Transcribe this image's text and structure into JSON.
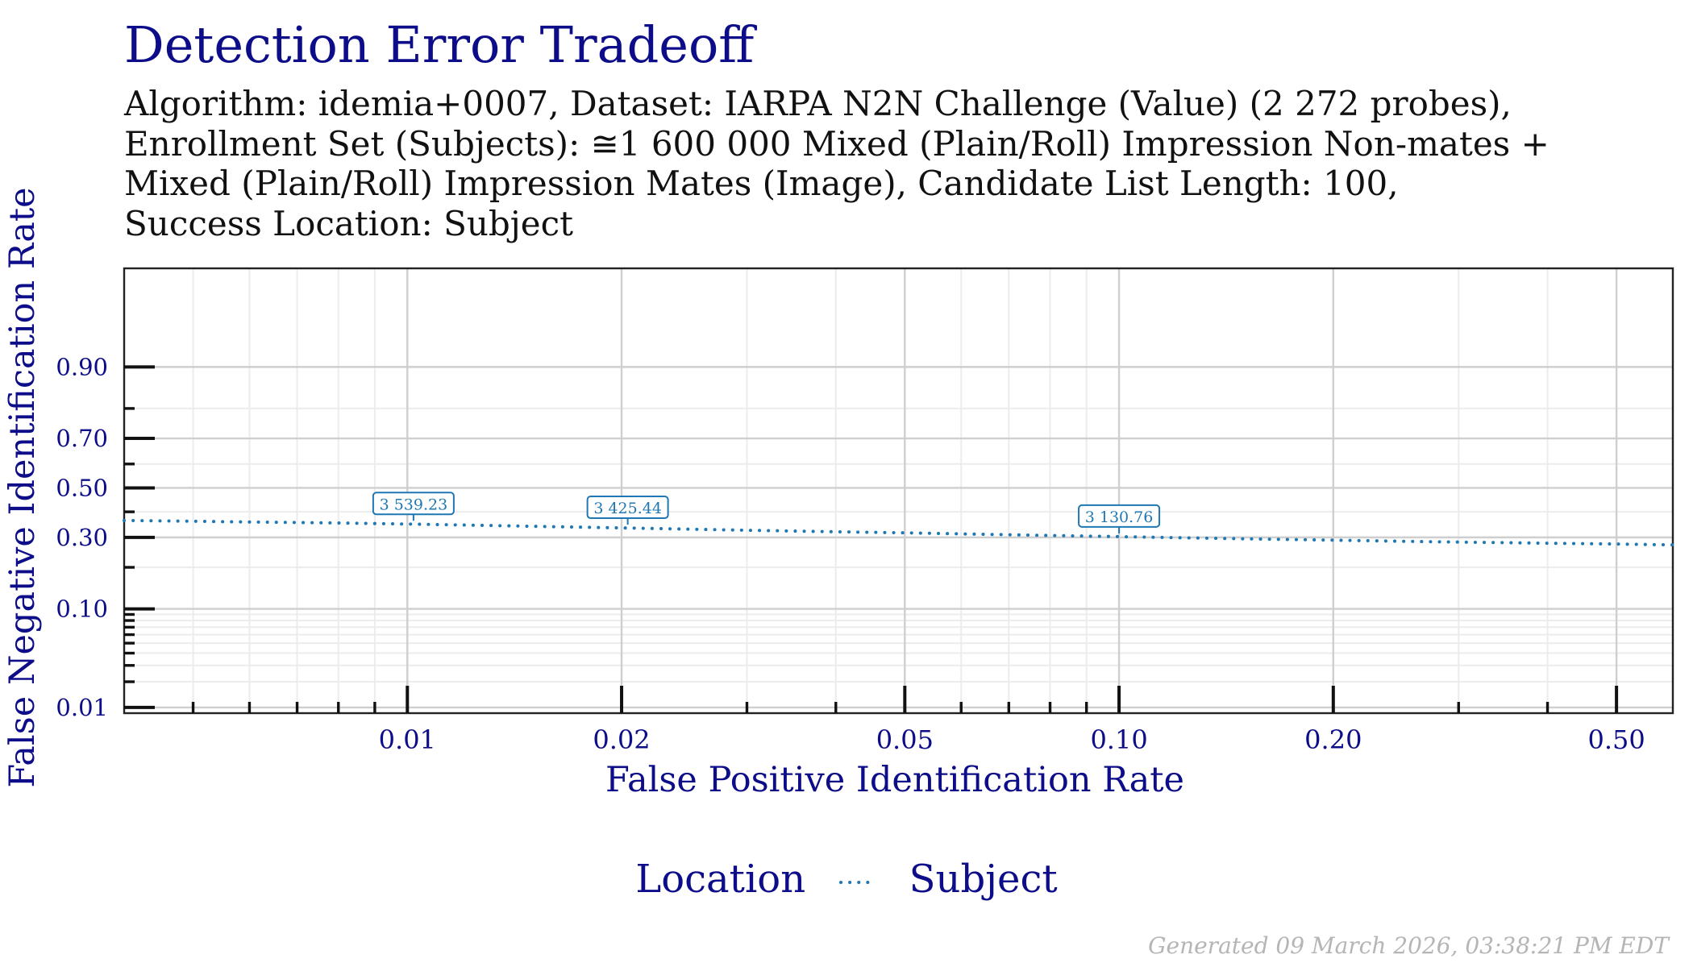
{
  "chart_data": {
    "type": "line",
    "title": "Detection Error Tradeoff",
    "subtitle_lines": [
      "Algorithm: idemia+0007, Dataset: IARPA N2N Challenge (Value) (2 272 probes),",
      "Enrollment Set (Subjects): ≅1 600 000 Mixed (Plain/Roll) Impression Non-mates +",
      "Mixed (Plain/Roll) Impression Mates (Image), Candidate List Length: 100,",
      "Success Location: Subject"
    ],
    "xlabel": "False Positive Identification Rate",
    "ylabel": "False Negative Identification Rate",
    "x_scale": "log",
    "y_scale": "probit",
    "xlim": [
      0.004,
      0.6
    ],
    "ylim": [
      0.0085,
      0.99
    ],
    "x_ticks": [
      0.01,
      0.02,
      0.05,
      0.1,
      0.2,
      0.5
    ],
    "x_tick_labels": [
      "0.01",
      "0.02",
      "0.05",
      "0.10",
      "0.20",
      "0.50"
    ],
    "y_ticks": [
      0.01,
      0.1,
      0.3,
      0.5,
      0.7,
      0.9
    ],
    "y_tick_labels": [
      "0.01",
      "0.10",
      "0.30",
      "0.50",
      "0.70",
      "0.90"
    ],
    "grid": true,
    "legend": {
      "title": "Location",
      "position": "bottom"
    },
    "series": [
      {
        "name": "Subject",
        "color": "#1f78b4",
        "line_style": "dotted",
        "x": [
          0.004,
          0.005,
          0.006,
          0.007,
          0.008,
          0.01,
          0.012,
          0.015,
          0.02,
          0.025,
          0.03,
          0.04,
          0.05,
          0.06,
          0.08,
          0.1,
          0.12,
          0.15,
          0.2,
          0.25,
          0.3,
          0.4,
          0.5,
          0.6
        ],
        "y": [
          0.365,
          0.362,
          0.359,
          0.357,
          0.355,
          0.351,
          0.347,
          0.342,
          0.336,
          0.331,
          0.327,
          0.321,
          0.317,
          0.313,
          0.307,
          0.303,
          0.299,
          0.295,
          0.29,
          0.286,
          0.283,
          0.279,
          0.276,
          0.273
        ]
      }
    ],
    "annotations": [
      {
        "x": 0.0102,
        "y": 0.351,
        "label": "3 539.23"
      },
      {
        "x": 0.0204,
        "y": 0.336,
        "label": "3 425.44"
      },
      {
        "x": 0.1,
        "y": 0.303,
        "label": "3 130.76"
      }
    ]
  },
  "footer": "Generated 09 March 2026, 03:38:21 PM EDT",
  "colors": {
    "title": "#0d0d8a",
    "series": "#1f78b4",
    "grid": "#d9d9d9",
    "footer": "#b5b5b5"
  }
}
